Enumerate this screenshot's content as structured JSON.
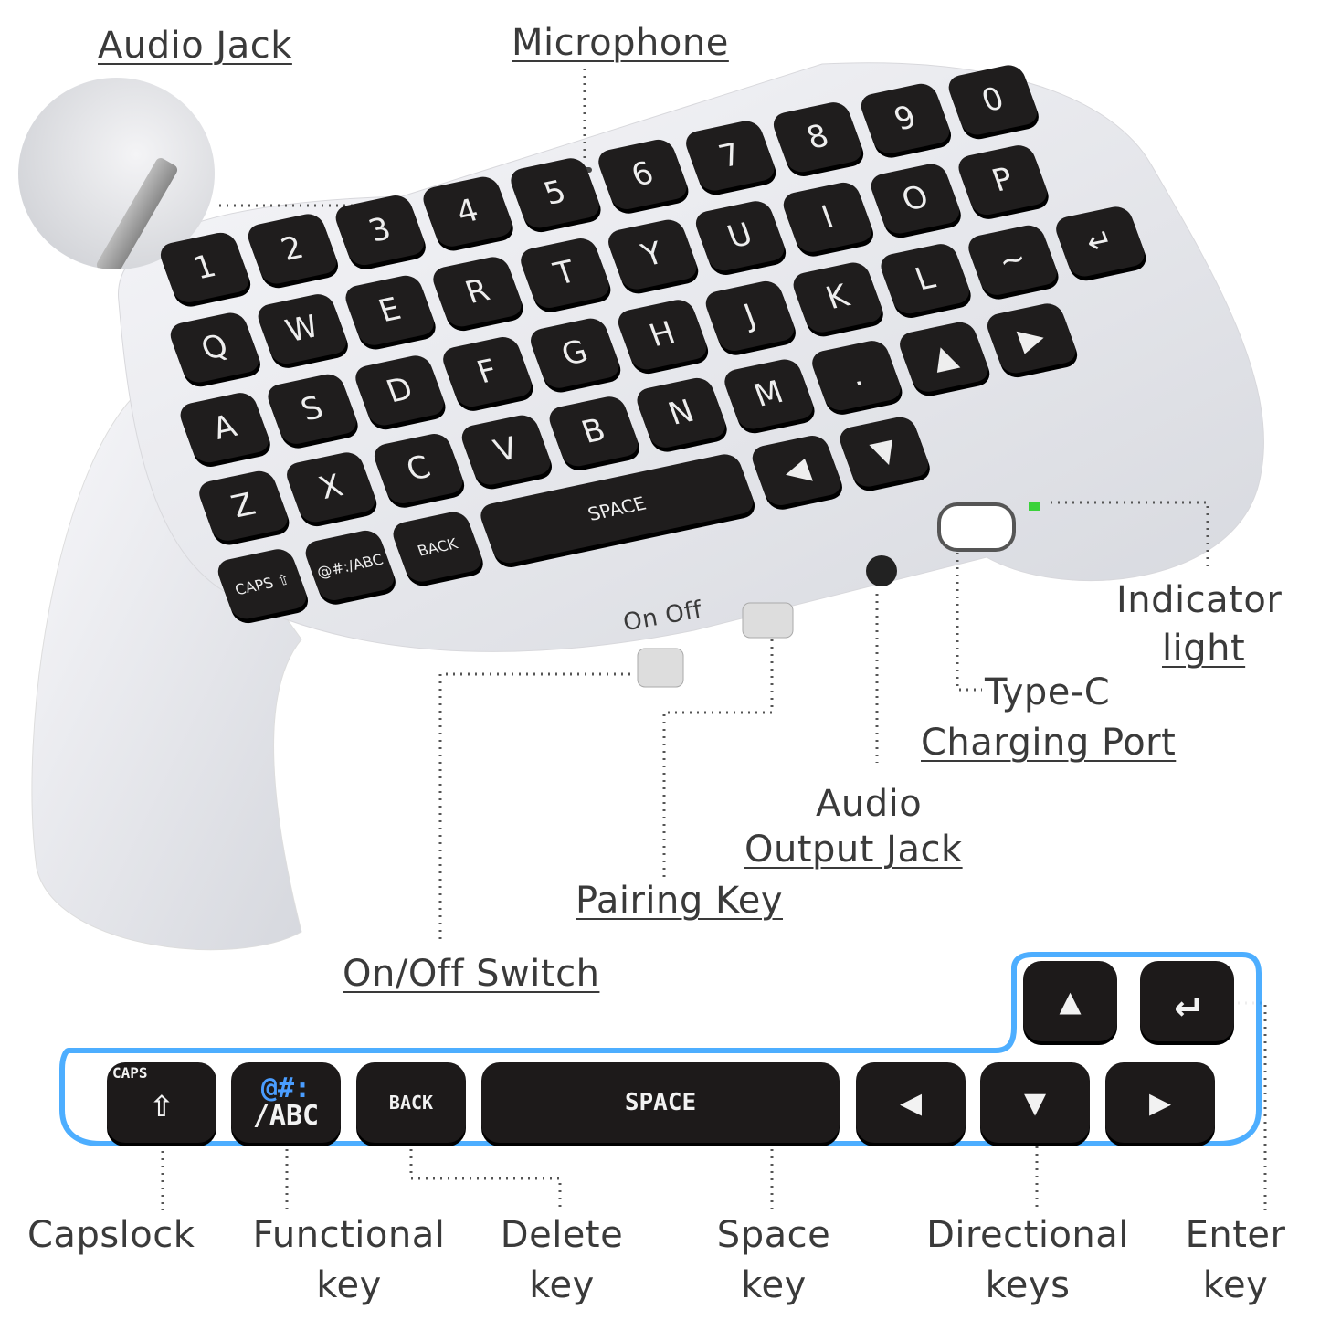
{
  "labels": {
    "audio_jack": "Audio Jack",
    "microphone": "Microphone",
    "indicator_1": "Indicator",
    "indicator_2": "light",
    "typec_1": "Type-C",
    "typec_2": "Charging Port",
    "audio_out_1": "Audio",
    "audio_out_2": "Output Jack",
    "pairing": "Pairing Key",
    "onoff": "On/Off Switch"
  },
  "device": {
    "switch_label": "On Off",
    "rows": [
      [
        "1",
        "2",
        "3",
        "4",
        "5",
        "6",
        "7",
        "8",
        "9",
        "0"
      ],
      [
        "Q",
        "W",
        "E",
        "R",
        "T",
        "Y",
        "U",
        "I",
        "O",
        "P"
      ],
      [
        "A",
        "S",
        "D",
        "F",
        "G",
        "H",
        "J",
        "K",
        "L",
        "~",
        "↵"
      ],
      [
        "Z",
        "X",
        "C",
        "V",
        "B",
        "N",
        "M",
        ".",
        "▲",
        "▶"
      ],
      [
        "CAPS ⇧",
        "@#:/ABC",
        "BACK",
        "SPACE",
        "◀",
        "▼"
      ]
    ]
  },
  "zoom_keys": {
    "caps": "CAPS",
    "caps_arrow": "⇧",
    "func_1": "@#:",
    "func_2": "/ABC",
    "back": "BACK",
    "space": "SPACE",
    "left": "◀",
    "down": "▼",
    "right": "▶",
    "up": "▲",
    "enter": "↵"
  },
  "bottom_labels": {
    "capslock": "Capslock",
    "functional_1": "Functional",
    "functional_2": "key",
    "delete_1": "Delete",
    "delete_2": "key",
    "space_1": "Space",
    "space_2": "key",
    "directional_1": "Directional",
    "directional_2": "keys",
    "enter_1": "Enter",
    "enter_2": "key"
  },
  "colors": {
    "indicator": "#3bd23b",
    "glow": "#3aa6ff",
    "key": "#1f1d1d",
    "body": "#eceef2"
  }
}
